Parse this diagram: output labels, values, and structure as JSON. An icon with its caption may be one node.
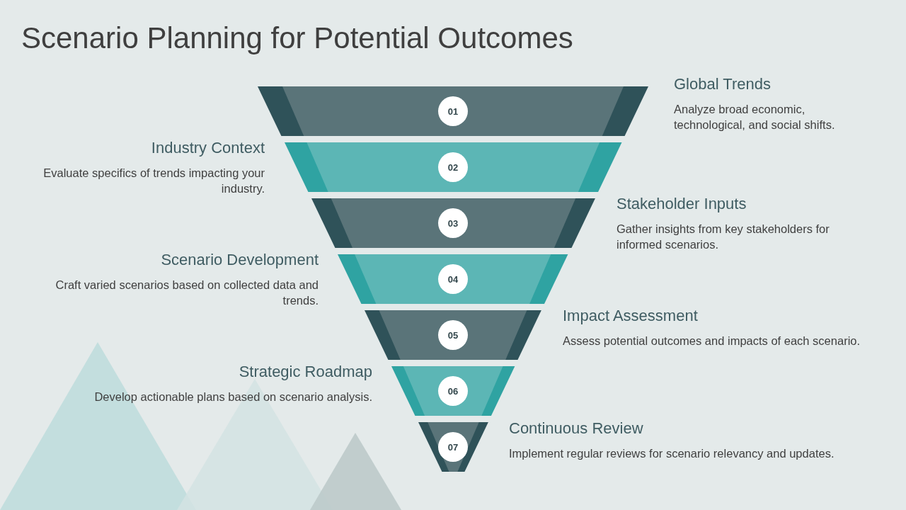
{
  "diagram": {
    "title": "Scenario Planning for Potential Outcomes",
    "nodes": [
      {
        "text": [],
        "shape": "trapezoid",
        "beside": [
          "Global Trends",
          "Analyze broad economic, technological, and social shifts."
        ]
      },
      {
        "text": [
          "01"
        ],
        "in": 0
      },
      {
        "text": [],
        "shape": "trapezoid",
        "beside": [
          "Industry Context",
          "Evaluate specifics of trends impacting your industry."
        ]
      },
      {
        "text": [
          "02"
        ],
        "in": 2
      },
      {
        "text": [],
        "shape": "trapezoid",
        "beside": [
          "Stakeholder Inputs",
          "Gather insights from key stakeholders for informed scenarios."
        ]
      },
      {
        "text": [
          "03"
        ],
        "in": 4
      },
      {
        "text": [],
        "shape": "trapezoid",
        "beside": [
          "Scenario Development",
          "Craft varied scenarios based on collected data and trends."
        ]
      },
      {
        "text": [
          "04"
        ],
        "in": 6
      },
      {
        "text": [],
        "shape": "trapezoid",
        "beside": [
          "Impact Assessment",
          "Assess potential outcomes and impacts of each scenario."
        ]
      },
      {
        "text": [
          "05"
        ],
        "in": 8
      },
      {
        "text": [],
        "shape": "trapezoid",
        "beside": [
          "Strategic Roadmap",
          "Develop actionable plans based on scenario analysis."
        ]
      },
      {
        "text": [
          "06"
        ],
        "in": 10
      },
      {
        "text": [],
        "shape": "trapezoid",
        "beside": [
          "Continuous Review",
          "Implement regular reviews for scenario relevancy and updates."
        ]
      },
      {
        "text": [
          "07"
        ],
        "in": 12
      }
    ]
  }
}
